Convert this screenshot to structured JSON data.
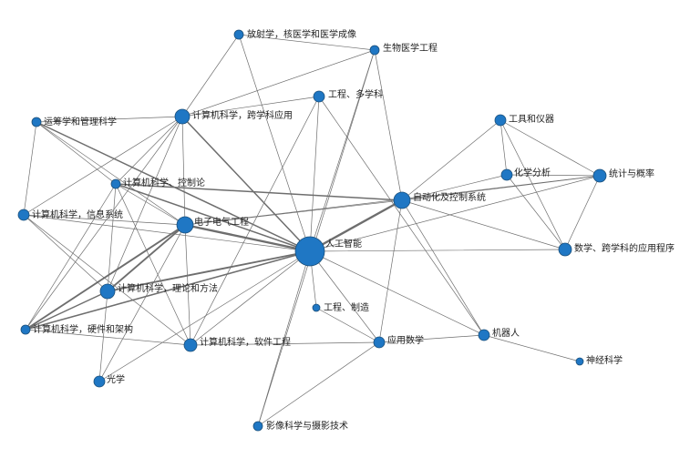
{
  "node_color": "#1f77c4",
  "edge_color": "#6e6e6e",
  "nodes": [
    {
      "id": "ai",
      "label": "人工智能"
    },
    {
      "id": "auto",
      "label": "自动化及控制系统"
    },
    {
      "id": "ee",
      "label": "电子电气工程"
    },
    {
      "id": "cs_interdisc",
      "label": "计算机科学，跨学科应用"
    },
    {
      "id": "cs_theory",
      "label": "计算机科学，理论和方法"
    },
    {
      "id": "cs_control",
      "label": "计算机科学、控制论"
    },
    {
      "id": "cs_info",
      "label": "计算机科学，信息系统"
    },
    {
      "id": "cs_hw",
      "label": "计算机科学，硬件和架构"
    },
    {
      "id": "cs_sw",
      "label": "计算机科学，软件工程"
    },
    {
      "id": "or",
      "label": "运筹学和管理科学"
    },
    {
      "id": "radiology",
      "label": "放射学，核医学和医学成像"
    },
    {
      "id": "biomed",
      "label": "生物医学工程"
    },
    {
      "id": "eng_multi",
      "label": "工程、多学科"
    },
    {
      "id": "instruments",
      "label": "工具和仪器"
    },
    {
      "id": "chem",
      "label": "化学分析"
    },
    {
      "id": "stats",
      "label": "统计与概率"
    },
    {
      "id": "math_interdisc",
      "label": "数学、跨学科的应用程序"
    },
    {
      "id": "eng_mfg",
      "label": "工程、制造"
    },
    {
      "id": "robotics",
      "label": "机器人"
    },
    {
      "id": "neuro",
      "label": "神经科学"
    },
    {
      "id": "applied_math",
      "label": "应用数学"
    },
    {
      "id": "optics",
      "label": "光学"
    },
    {
      "id": "imaging",
      "label": "影像科学与摄影技术"
    }
  ],
  "edges": [
    {
      "source": "ai",
      "target": "auto",
      "weight": 4
    },
    {
      "source": "ai",
      "target": "ee",
      "weight": 4
    },
    {
      "source": "ai",
      "target": "cs_theory",
      "weight": 3
    },
    {
      "source": "ai",
      "target": "cs_interdisc",
      "weight": 2
    },
    {
      "source": "ai",
      "target": "cs_control",
      "weight": 2
    },
    {
      "source": "ai",
      "target": "cs_hw",
      "weight": 2
    },
    {
      "source": "ai",
      "target": "or",
      "weight": 2
    },
    {
      "source": "ai",
      "target": "cs_info",
      "weight": 1
    },
    {
      "source": "ai",
      "target": "cs_sw",
      "weight": 1
    },
    {
      "source": "ai",
      "target": "radiology",
      "weight": 1
    },
    {
      "source": "ai",
      "target": "biomed",
      "weight": 1
    },
    {
      "source": "ai",
      "target": "eng_multi",
      "weight": 1
    },
    {
      "source": "ai",
      "target": "math_interdisc",
      "weight": 1
    },
    {
      "source": "ai",
      "target": "eng_mfg",
      "weight": 1
    },
    {
      "source": "ai",
      "target": "robotics",
      "weight": 1
    },
    {
      "source": "ai",
      "target": "applied_math",
      "weight": 1
    },
    {
      "source": "ai",
      "target": "optics",
      "weight": 1
    },
    {
      "source": "ai",
      "target": "imaging",
      "weight": 1
    },
    {
      "source": "ai",
      "target": "stats",
      "weight": 1
    },
    {
      "source": "auto",
      "target": "cs_control",
      "weight": 2
    },
    {
      "source": "auto",
      "target": "ee",
      "weight": 1
    },
    {
      "source": "auto",
      "target": "instruments",
      "weight": 1
    },
    {
      "source": "auto",
      "target": "chem",
      "weight": 1
    },
    {
      "source": "auto",
      "target": "stats",
      "weight": 1
    },
    {
      "source": "auto",
      "target": "math_interdisc",
      "weight": 1
    },
    {
      "source": "auto",
      "target": "robotics",
      "weight": 1
    },
    {
      "source": "auto",
      "target": "applied_math",
      "weight": 1
    },
    {
      "source": "auto",
      "target": "biomed",
      "weight": 1
    },
    {
      "source": "ee",
      "target": "cs_theory",
      "weight": 3
    },
    {
      "source": "ee",
      "target": "cs_hw",
      "weight": 3
    },
    {
      "source": "ee",
      "target": "cs_interdisc",
      "weight": 1
    },
    {
      "source": "ee",
      "target": "cs_control",
      "weight": 1
    },
    {
      "source": "ee",
      "target": "cs_info",
      "weight": 1
    },
    {
      "source": "ee",
      "target": "cs_sw",
      "weight": 1
    },
    {
      "source": "ee",
      "target": "or",
      "weight": 1
    },
    {
      "source": "ee",
      "target": "optics",
      "weight": 1
    },
    {
      "source": "cs_interdisc",
      "target": "radiology",
      "weight": 1
    },
    {
      "source": "cs_interdisc",
      "target": "biomed",
      "weight": 1
    },
    {
      "source": "cs_interdisc",
      "target": "or",
      "weight": 1
    },
    {
      "source": "cs_interdisc",
      "target": "cs_control",
      "weight": 1
    },
    {
      "source": "cs_interdisc",
      "target": "cs_info",
      "weight": 1
    },
    {
      "source": "cs_interdisc",
      "target": "cs_theory",
      "weight": 1
    },
    {
      "source": "cs_interdisc",
      "target": "cs_hw",
      "weight": 1
    },
    {
      "source": "cs_interdisc",
      "target": "eng_multi",
      "weight": 1
    },
    {
      "source": "cs_theory",
      "target": "cs_hw",
      "weight": 2
    },
    {
      "source": "cs_theory",
      "target": "cs_control",
      "weight": 1
    },
    {
      "source": "cs_theory",
      "target": "cs_info",
      "weight": 1
    },
    {
      "source": "cs_theory",
      "target": "optics",
      "weight": 1
    },
    {
      "source": "cs_control",
      "target": "or",
      "weight": 1
    },
    {
      "source": "cs_control",
      "target": "cs_hw",
      "weight": 1
    },
    {
      "source": "cs_control",
      "target": "cs_sw",
      "weight": 1
    },
    {
      "source": "cs_info",
      "target": "or",
      "weight": 1
    },
    {
      "source": "cs_info",
      "target": "cs_sw",
      "weight": 1
    },
    {
      "source": "cs_sw",
      "target": "applied_math",
      "weight": 1
    },
    {
      "source": "cs_sw",
      "target": "eng_multi",
      "weight": 1
    },
    {
      "source": "cs_sw",
      "target": "cs_hw",
      "weight": 1
    },
    {
      "source": "radiology",
      "target": "biomed",
      "weight": 1
    },
    {
      "source": "biomed",
      "target": "imaging",
      "weight": 1
    },
    {
      "source": "instruments",
      "target": "chem",
      "weight": 1
    },
    {
      "source": "instruments",
      "target": "stats",
      "weight": 1
    },
    {
      "source": "instruments",
      "target": "math_interdisc",
      "weight": 1
    },
    {
      "source": "chem",
      "target": "stats",
      "weight": 1
    },
    {
      "source": "chem",
      "target": "math_interdisc",
      "weight": 1
    },
    {
      "source": "stats",
      "target": "math_interdisc",
      "weight": 1
    },
    {
      "source": "stats",
      "target": "ee",
      "weight": 1
    },
    {
      "source": "robotics",
      "target": "neuro",
      "weight": 1
    },
    {
      "source": "robotics",
      "target": "applied_math",
      "weight": 1
    },
    {
      "source": "robotics",
      "target": "eng_multi",
      "weight": 1
    },
    {
      "source": "applied_math",
      "target": "imaging",
      "weight": 1
    },
    {
      "source": "applied_math",
      "target": "eng_mfg",
      "weight": 1
    }
  ]
}
